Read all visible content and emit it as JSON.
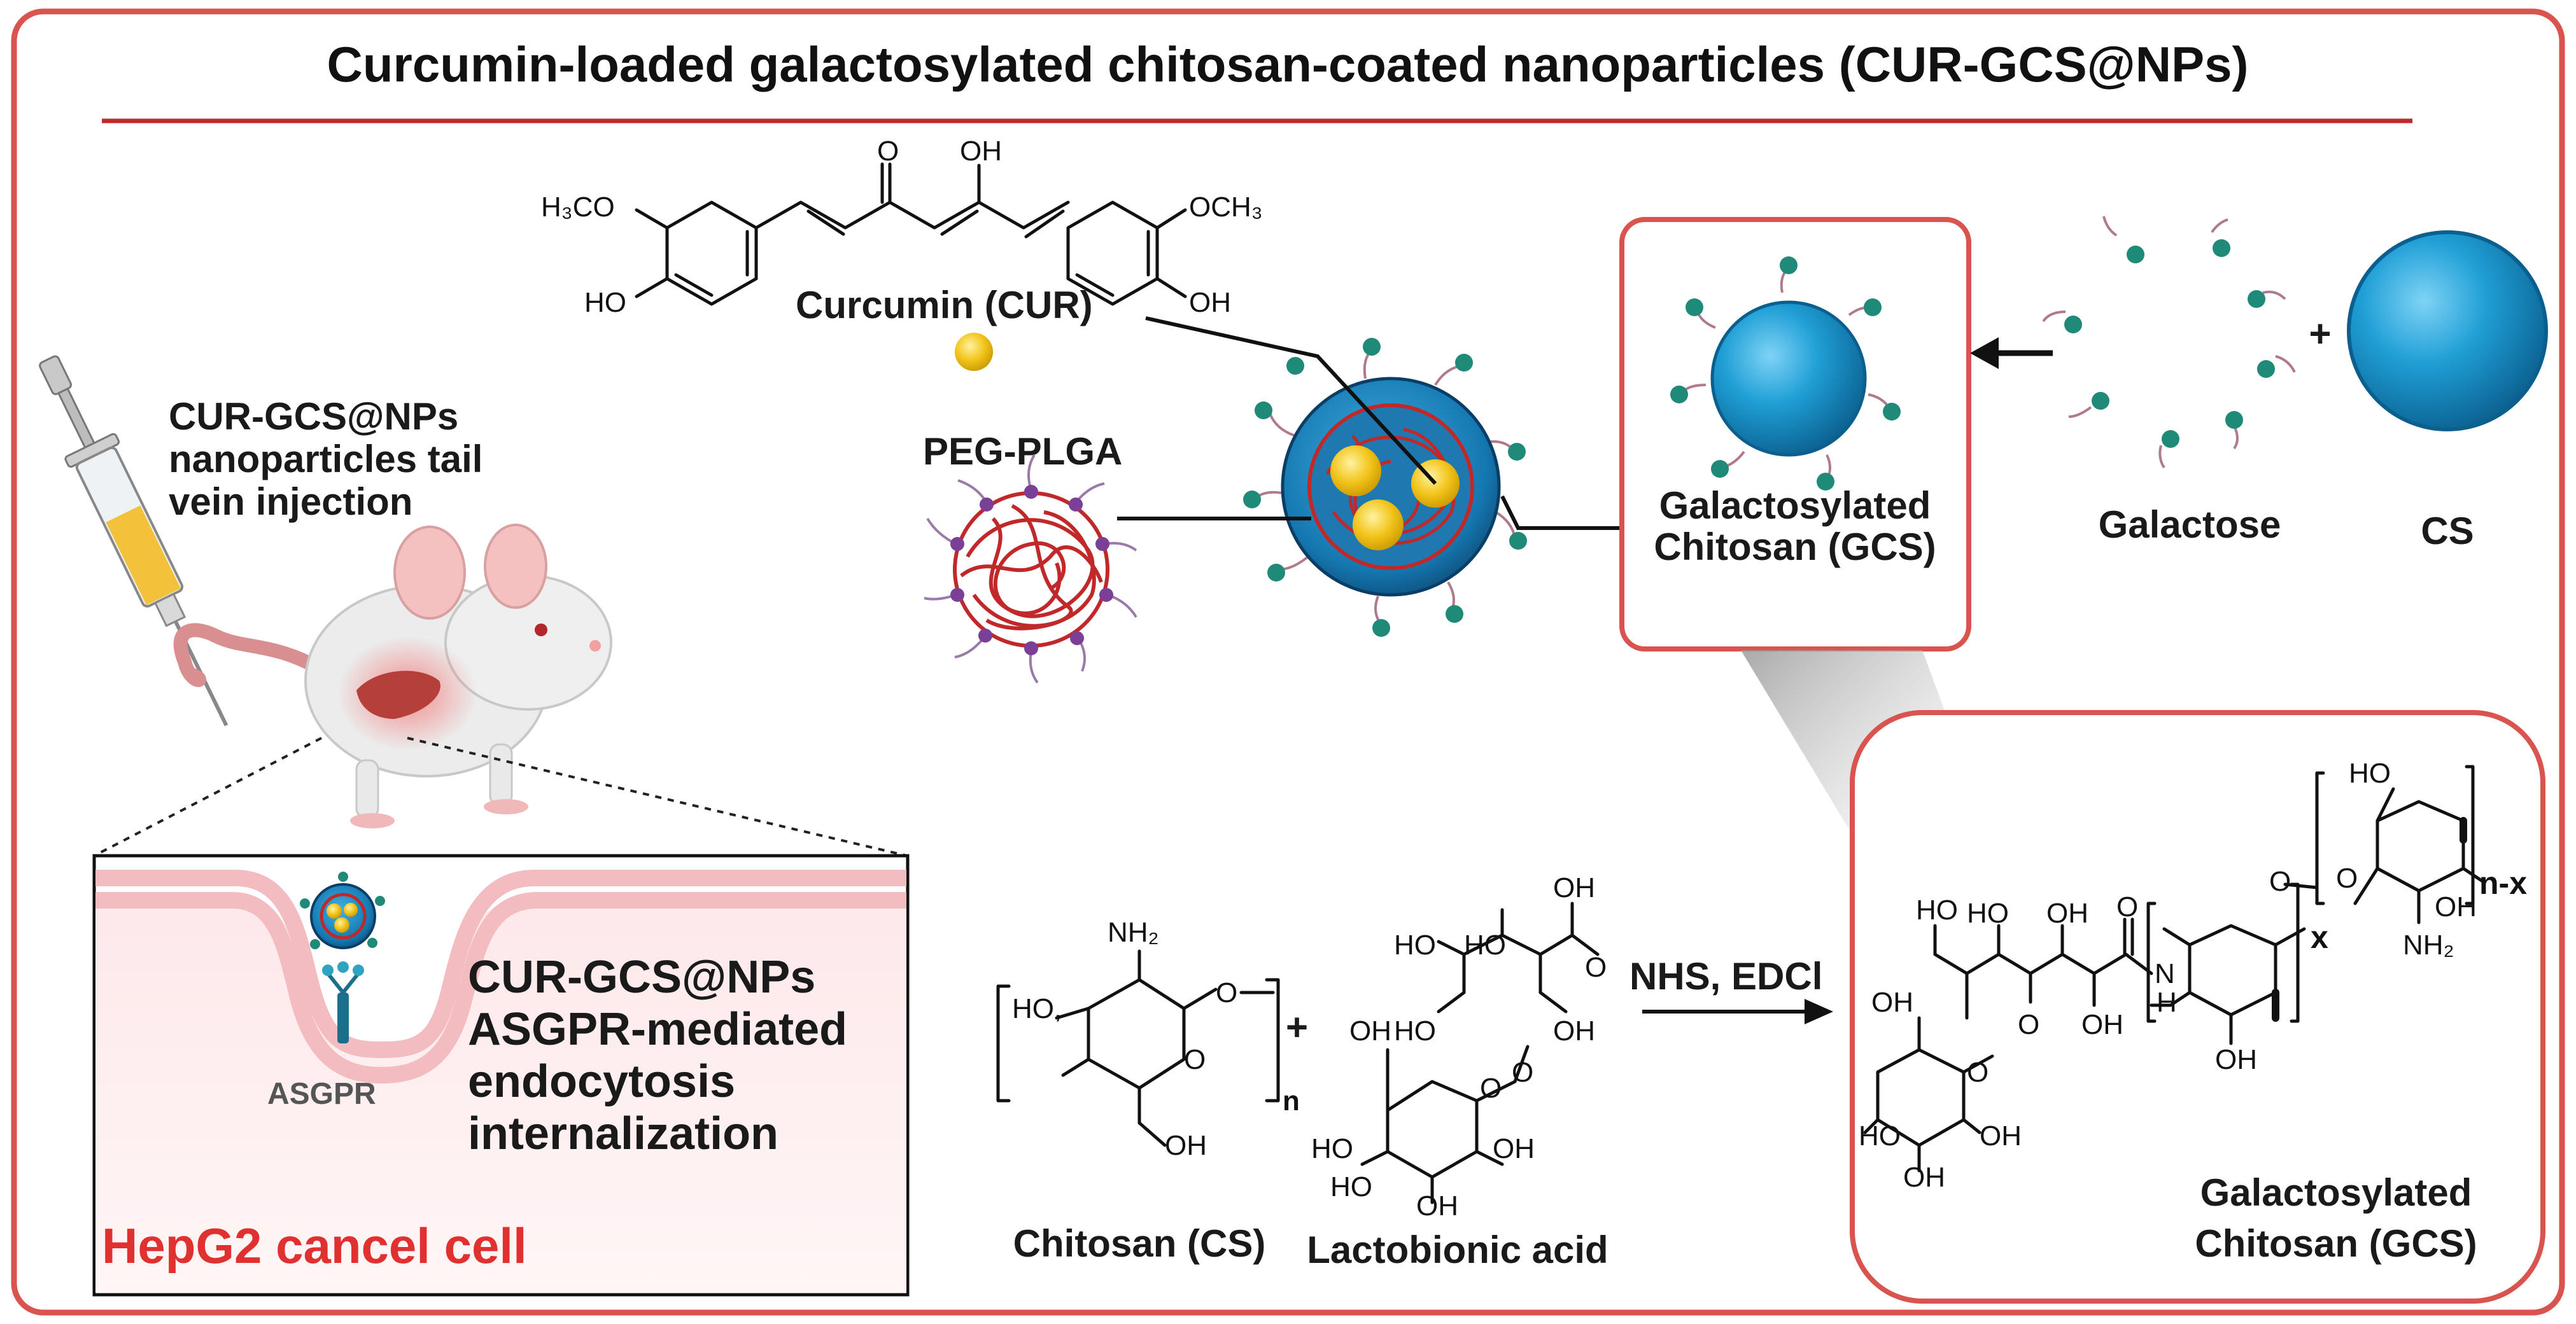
{
  "title": "Curcumin-loaded galactosylated chitosan-coated nanoparticles (CUR-GCS@NPs)",
  "colors": {
    "frame": "#d9534f",
    "accent_red": "#e03030",
    "sphere_blue": "#1f9fd6",
    "galactose_teal": "#1f8a78",
    "plga_red": "#c0282a",
    "curcumin_yellow": "#f2c41a"
  },
  "labels": {
    "injection": [
      "CUR-GCS@NPs",
      "nanoparticles tail",
      "vein injection"
    ],
    "curcumin": "Curcumin (CUR)",
    "peg_plga": "PEG-PLGA",
    "gcs_box": [
      "Galactosylated",
      "Chitosan (GCS)"
    ],
    "galactose": "Galactose",
    "cs": "CS",
    "plus": "+",
    "cell_text": [
      "CUR-GCS@NPs",
      "ASGPR-mediated",
      "endocytosis",
      "internalization"
    ],
    "asgpr": "ASGPR",
    "hepg2": "HepG2 cancel cell",
    "chitosan": "Chitosan (CS)",
    "lactobionic": "Lactobionic acid",
    "reagents": "NHS, EDCl",
    "gcs_product": [
      "Galactosylated",
      "Chitosan (GCS)"
    ]
  },
  "chem": {
    "h3co": "H₃CO",
    "och3": "OCH₃",
    "ho": "HO",
    "oh": "OH",
    "o": "O",
    "nh2": "NH₂",
    "n": "n",
    "n_bracket": "]n",
    "x": "x",
    "n_x": "n-x",
    "n_h": "N",
    "h": "H",
    "ho_comma": "HO,",
    "ho_short": "HO"
  },
  "icons": [
    "syringe-icon",
    "mouse-icon",
    "liver-icon",
    "nanoparticle-icon",
    "receptor-icon"
  ]
}
